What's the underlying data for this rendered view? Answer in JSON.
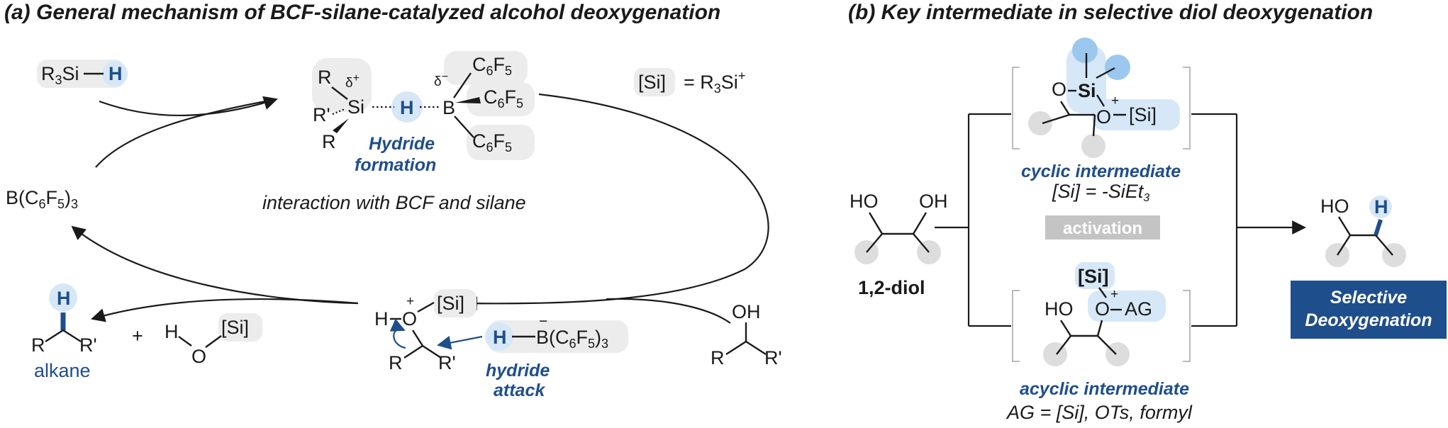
{
  "panel_a": {
    "title": "(a) General mechanism of BCF-silane-catalyzed alcohol deoxygenation",
    "silane": "R3Si—H",
    "bcf": "B(C6F5)3",
    "si_def": "[Si] = R3Si+",
    "complex": {
      "r_top": "R",
      "r_mid": "R'",
      "r_bot": "R",
      "si": "Si",
      "h": "H",
      "b": "B",
      "delta_plus": "δ+",
      "delta_minus": "δ−",
      "c6f5_1": "C6F5",
      "c6f5_2": "C6F5",
      "c6f5_3": "C6F5"
    },
    "hydride_formation_1": "Hydride",
    "hydride_formation_2": "formation",
    "interaction": "interaction with BCF and silane",
    "oxonium": {
      "h": "H",
      "o": "O",
      "plus": "+",
      "si": "[Si]",
      "r": "R",
      "r2": "R'"
    },
    "borohydride": {
      "h": "H",
      "b": "B(C6F5)3",
      "minus": "−"
    },
    "hydride_attack_1": "hydride",
    "hydride_attack_2": "attack",
    "alkane": {
      "h": "H",
      "r": "R",
      "r2": "R'",
      "label": "alkane"
    },
    "plus_sign": "+",
    "silanol": {
      "h": "H",
      "o": "O",
      "si": "[Si]"
    },
    "alcohol": {
      "oh": "OH",
      "r": "R",
      "r2": "R'"
    }
  },
  "panel_b": {
    "title": "(b) Key intermediate in selective diol deoxygenation",
    "diol": {
      "oh1": "HO",
      "oh2": "OH",
      "label": "1,2-diol"
    },
    "cyclic": {
      "o1": "O",
      "si": "Si",
      "o2": "O",
      "plus": "+",
      "si_tag": "[Si]",
      "label": "cyclic intermediate",
      "note": "[Si] =  -SiEt3"
    },
    "activation": "activation",
    "acyclic": {
      "si_tag": "[Si]",
      "ho": "HO",
      "o": "O",
      "plus": "+",
      "ag": "AG",
      "label": "acyclic intermediate",
      "note": "AG = [Si], OTs, formyl"
    },
    "product": {
      "ho": "HO",
      "h": "H"
    },
    "result_1": "Selective",
    "result_2": "Deoxygenation"
  },
  "colors": {
    "accent_blue": "#1f4e8c",
    "light_blue": "#d6e7f7",
    "ball_blue": "#9cc7ee",
    "highlight_gray": "#ececec",
    "ball_gray": "#dddddd",
    "activation_gray": "#c4c4c4"
  }
}
